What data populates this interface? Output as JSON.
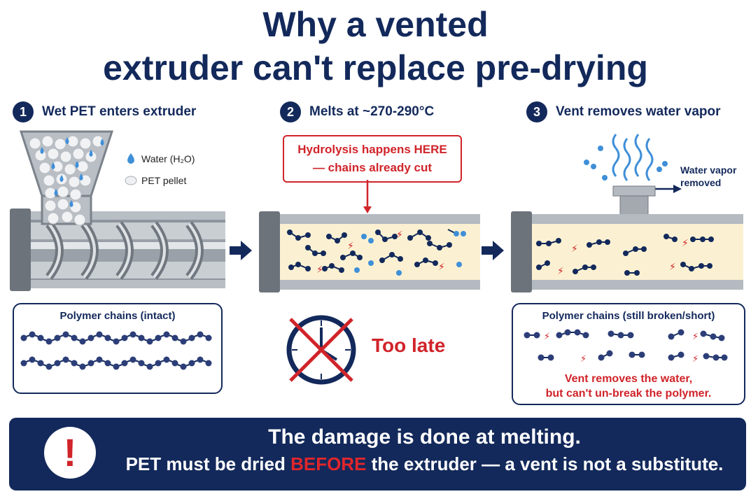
{
  "title": {
    "line1": "Why a vented",
    "line2": "extruder can't replace pre-drying"
  },
  "steps": [
    {
      "num": "1",
      "label": "Wet PET enters extruder"
    },
    {
      "num": "2",
      "label": "Melts at ~270-290°C"
    },
    {
      "num": "3",
      "label": "Vent removes water vapor"
    }
  ],
  "legend": {
    "water": "Water (H₂O)",
    "pellet": "PET pellet"
  },
  "callout": {
    "line1": "Hydrolysis happens HERE",
    "line2": "— chains already cut"
  },
  "vapor_label": {
    "line1": "Water vapor",
    "line2": "removed"
  },
  "left_box": {
    "title": "Polymer chains (intact)"
  },
  "right_box": {
    "title": "Polymer chains (still broken/short)",
    "note1": "Vent removes the water,",
    "note2": "but can't un-break the polymer."
  },
  "too_late": "Too late",
  "banner": {
    "icon": "!",
    "line1": "The damage is done at melting.",
    "line2_pre": "PET must be dried ",
    "line2_emph": "BEFORE",
    "line2_post": " the extruder — a vent is not a substitute."
  },
  "colors": {
    "navy": "#13295b",
    "red": "#d0242a",
    "water": "#3f8fd8",
    "melt": "#fbf1d2"
  }
}
